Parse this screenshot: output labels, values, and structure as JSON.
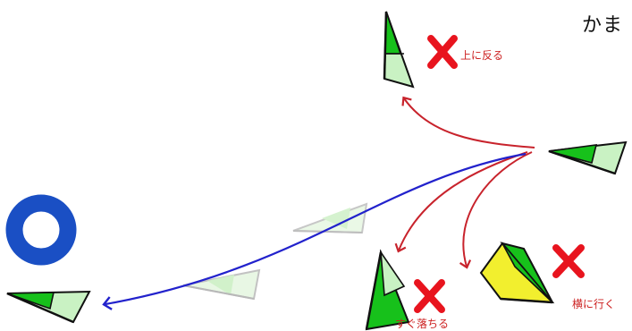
{
  "corner_text": "かま",
  "labels": {
    "rises": "上に反る",
    "falls": "すぐ落ちる",
    "sideways": "横に行く"
  },
  "colors": {
    "red_arrow": "#c8232c",
    "blue_arrow": "#2222cc",
    "target_blue": "#1a4fc4",
    "cross_red": "#e8141e",
    "plane_green": "#17c11b",
    "plane_light": "#c9f2c3",
    "plane_yellow": "#f2ef2e"
  },
  "icons": [
    "target-ring-icon",
    "cross-icon",
    "paper-plane-icon"
  ]
}
